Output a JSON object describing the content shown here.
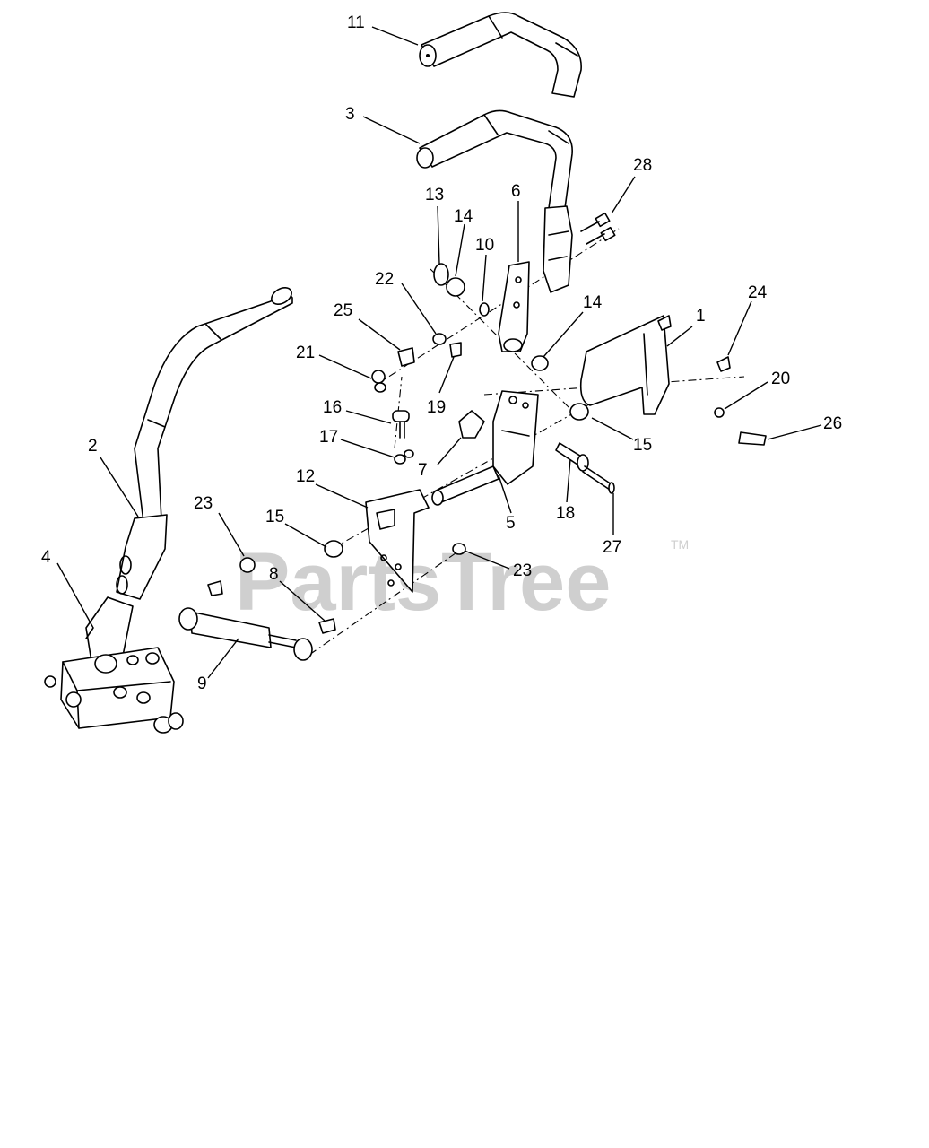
{
  "watermark": {
    "text": "PartsTree",
    "trademark": "TM"
  },
  "callouts": [
    {
      "id": "c11",
      "label": "11"
    },
    {
      "id": "c3",
      "label": "3"
    },
    {
      "id": "c28",
      "label": "28"
    },
    {
      "id": "c13",
      "label": "13"
    },
    {
      "id": "c14a",
      "label": "14"
    },
    {
      "id": "c6",
      "label": "6"
    },
    {
      "id": "c10",
      "label": "10"
    },
    {
      "id": "c22",
      "label": "22"
    },
    {
      "id": "c25",
      "label": "25"
    },
    {
      "id": "c24",
      "label": "24"
    },
    {
      "id": "c1",
      "label": "1"
    },
    {
      "id": "c14b",
      "label": "14"
    },
    {
      "id": "c21",
      "label": "21"
    },
    {
      "id": "c20",
      "label": "20"
    },
    {
      "id": "c19",
      "label": "19"
    },
    {
      "id": "c16",
      "label": "16"
    },
    {
      "id": "c26",
      "label": "26"
    },
    {
      "id": "c15a",
      "label": "15"
    },
    {
      "id": "c17",
      "label": "17"
    },
    {
      "id": "c2",
      "label": "2"
    },
    {
      "id": "c7",
      "label": "7"
    },
    {
      "id": "c12",
      "label": "12"
    },
    {
      "id": "c5",
      "label": "5"
    },
    {
      "id": "c23a",
      "label": "23"
    },
    {
      "id": "c18",
      "label": "18"
    },
    {
      "id": "c15b",
      "label": "15"
    },
    {
      "id": "c4",
      "label": "4"
    },
    {
      "id": "c27",
      "label": "27"
    },
    {
      "id": "c23b",
      "label": "23"
    },
    {
      "id": "c8",
      "label": "8"
    },
    {
      "id": "c9",
      "label": "9"
    }
  ]
}
